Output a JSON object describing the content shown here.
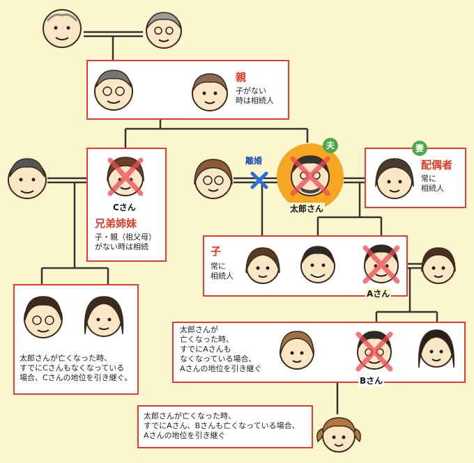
{
  "parents_box": {
    "heading": "親",
    "note": "子がない\n時は相続人"
  },
  "siblings_box": {
    "name": "Cさん",
    "heading": "兄弟姉妹",
    "note": "子・親（祖父母）\nがない時は相続"
  },
  "divorce": {
    "label": "離婚"
  },
  "taro": {
    "badge": "夫",
    "name": "太郎さん"
  },
  "spouse_box": {
    "badge": "妻",
    "heading": "配偶者",
    "note": "常に\n相続人"
  },
  "children_box": {
    "heading": "子",
    "note": "常に\n相続人",
    "a_name": "Aさん"
  },
  "nephew_box": {
    "note": "太郎さんが亡くなった時、\nすでにCさんもなくなっている\n場合、Cさんの地位を引き継ぐ。"
  },
  "grandchild_box": {
    "note": "太郎さんが\n亡くなった時、\nすでにAさんも\nなくなっている場合、\nAさんの地位を引き継ぐ",
    "b_name": "Bさん"
  },
  "great_grandchild_box": {
    "note": "太郎さんが亡くなった時、\nすでにAさん、Bさんも亡くなっている場合、\nAさんの地位を引き継ぐ"
  },
  "colors": {
    "box_border": "#e43c2e",
    "heading_red": "#e23a25",
    "badge_green": "#4ea94a",
    "highlight_orange": "#f5a623",
    "cross_red": "#ec4a55",
    "divorce_blue": "#2d6fd6"
  }
}
